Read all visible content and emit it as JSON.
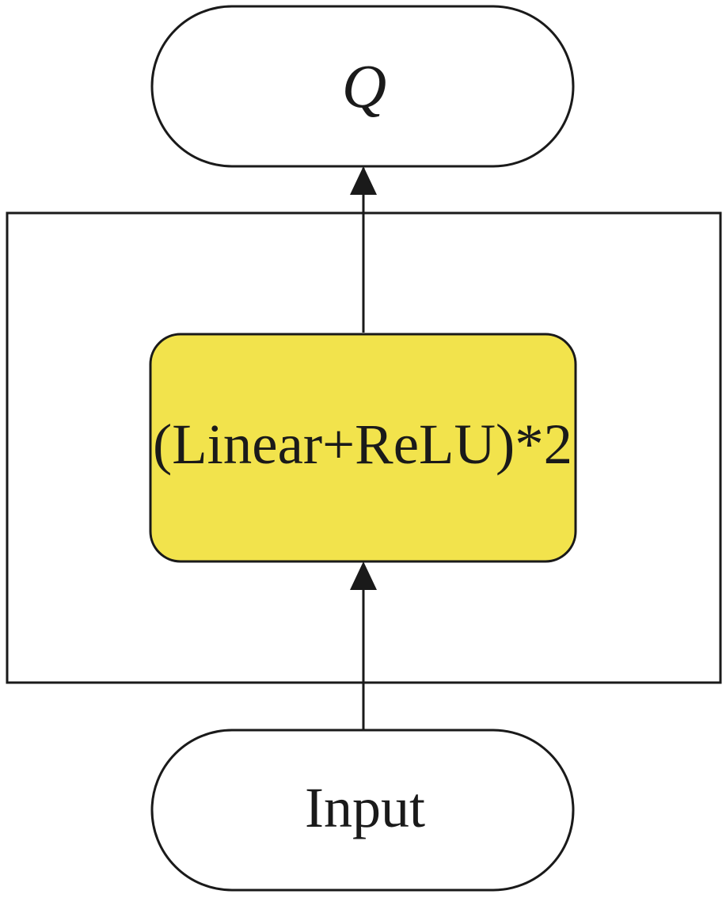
{
  "nodes": {
    "output": {
      "label": "Q"
    },
    "hidden": {
      "label": "(Linear+ReLU)*2"
    },
    "input": {
      "label": "Input"
    }
  },
  "colors": {
    "hidden_fill": "#f2e34c",
    "stroke": "#1a1a1a",
    "background": "#ffffff"
  }
}
